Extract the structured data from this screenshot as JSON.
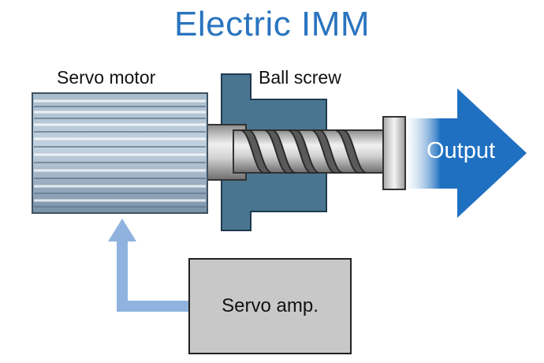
{
  "title": "Electric IMM",
  "labels": {
    "servo_motor": "Servo motor",
    "ball_screw": "Ball screw",
    "output": "Output",
    "servo_amp": "Servo amp."
  },
  "colors": {
    "title": "#2a74bf",
    "motor": "#8aa0b6",
    "nut": "#4a7590",
    "output_arrow": "#1f70c1",
    "feedback_arrow": "#8fb3de",
    "amp_box": "#c8c8c8"
  },
  "icons": [
    "servo-motor-icon",
    "ball-screw-icon",
    "output-arrow-icon",
    "feedback-arrow-icon"
  ]
}
